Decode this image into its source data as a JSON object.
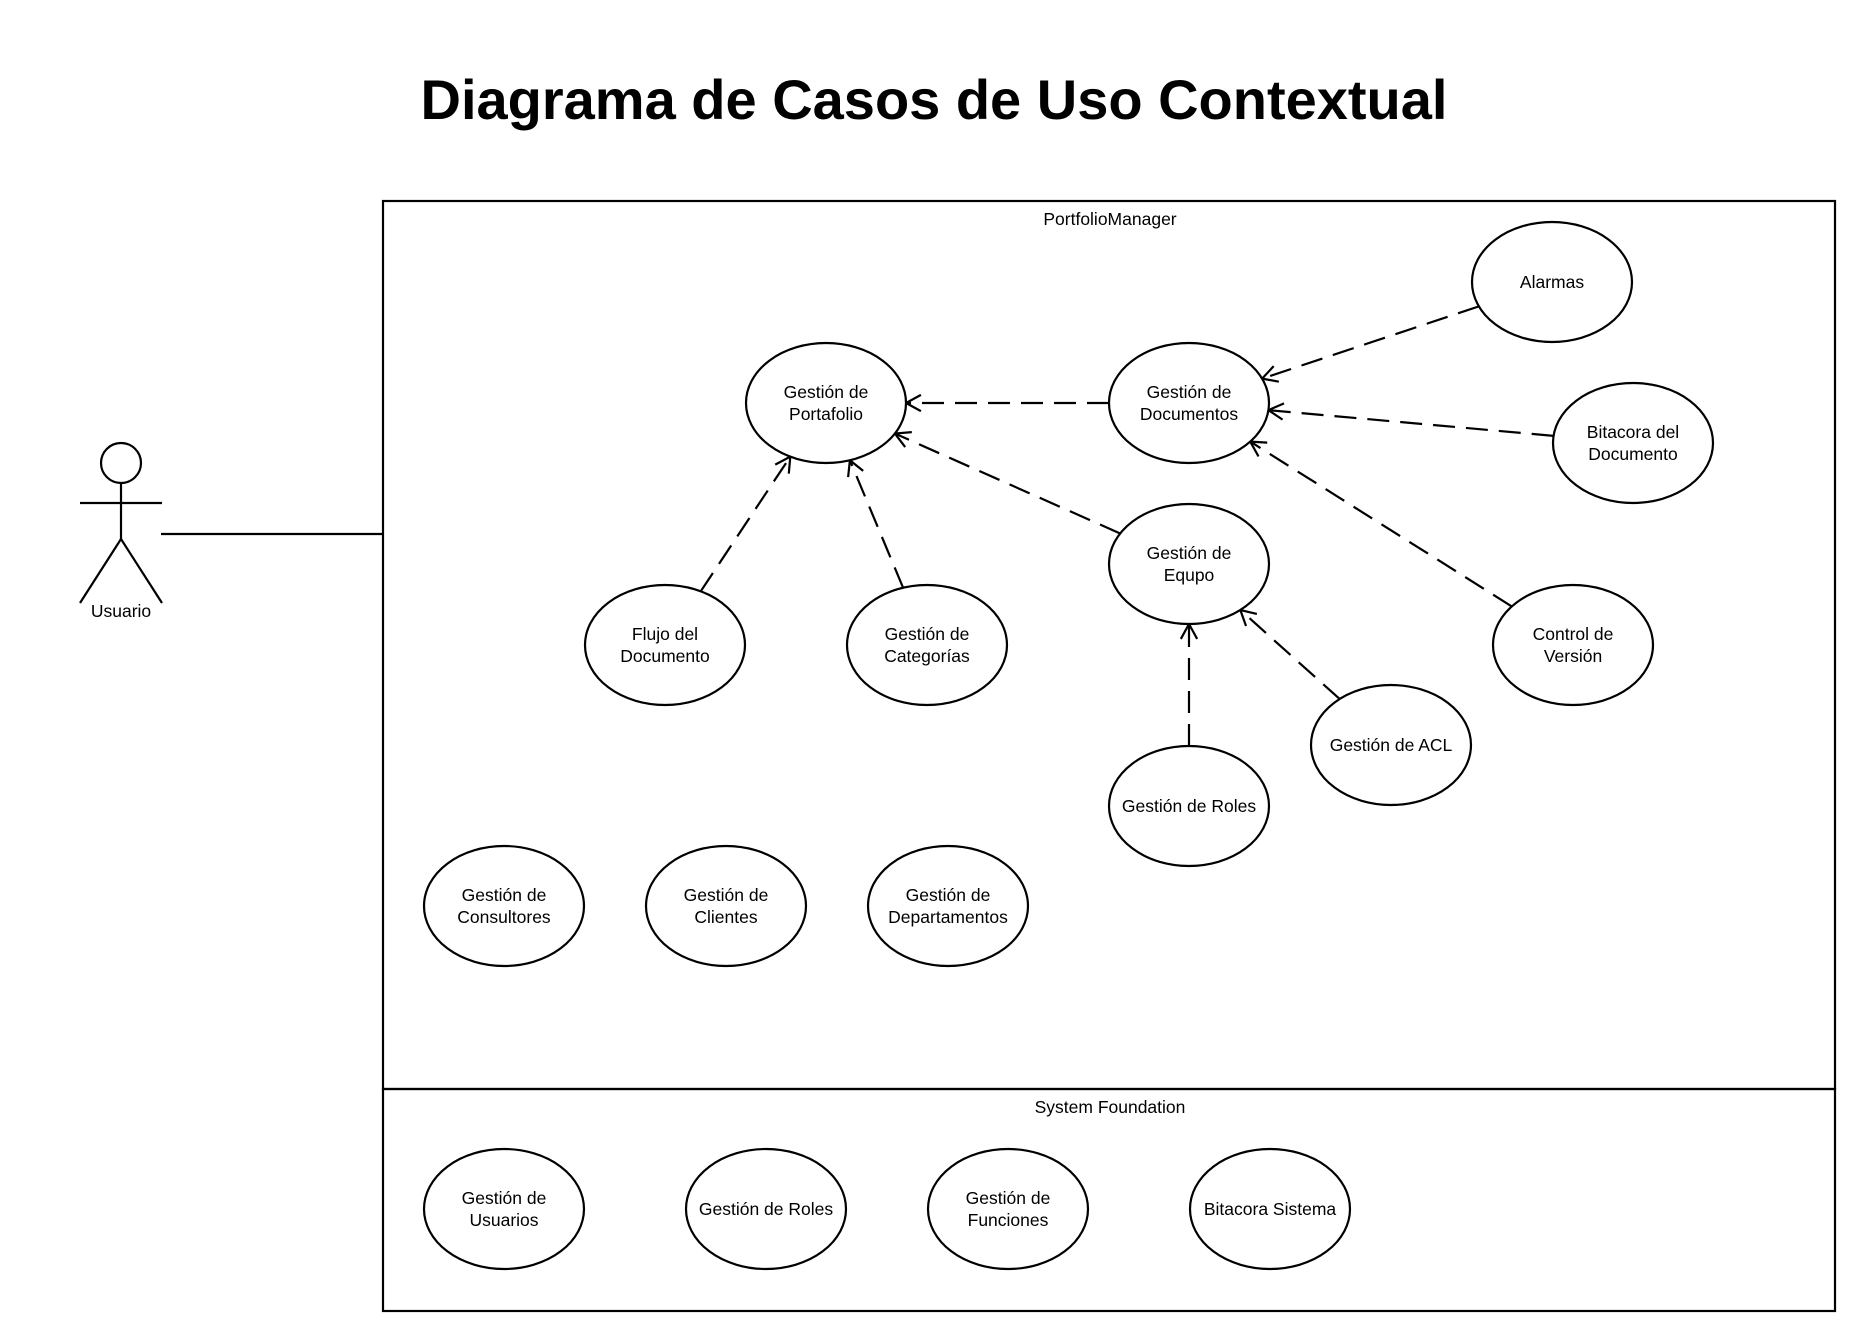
{
  "title": "Diagrama de Casos de Uso Contextual",
  "actor": {
    "name": "Usuario"
  },
  "frames": {
    "portfolio": "PortfolioManager",
    "foundation": "System Foundation"
  },
  "use_cases": {
    "alarmas": [
      "Alarmas"
    ],
    "gestion_portafolio": [
      "Gestión de",
      "Portafolio"
    ],
    "gestion_documentos": [
      "Gestión de",
      "Documentos"
    ],
    "bitacora_documento": [
      "Bitacora del",
      "Documento"
    ],
    "gestion_equipo": [
      "Gestión de",
      "Equpo"
    ],
    "flujo_documento": [
      "Flujo del",
      "Documento"
    ],
    "gestion_categorias": [
      "Gestión de",
      "Categorías"
    ],
    "control_version": [
      "Control de",
      "Versión"
    ],
    "gestion_acl": [
      "Gestión de ACL"
    ],
    "gestion_roles_pm": [
      "Gestión de Roles"
    ],
    "gestion_consultores": [
      "Gestión de",
      "Consultores"
    ],
    "gestion_clientes": [
      "Gestión de",
      "Clientes"
    ],
    "gestion_departamentos": [
      "Gestión de",
      "Departamentos"
    ],
    "gestion_usuarios": [
      "Gestión de",
      "Usuarios"
    ],
    "gestion_roles_sf": [
      "Gestión de Roles"
    ],
    "gestion_funciones": [
      "Gestión de",
      "Funciones"
    ],
    "bitacora_sistema": [
      "Bitacora Sistema"
    ]
  }
}
